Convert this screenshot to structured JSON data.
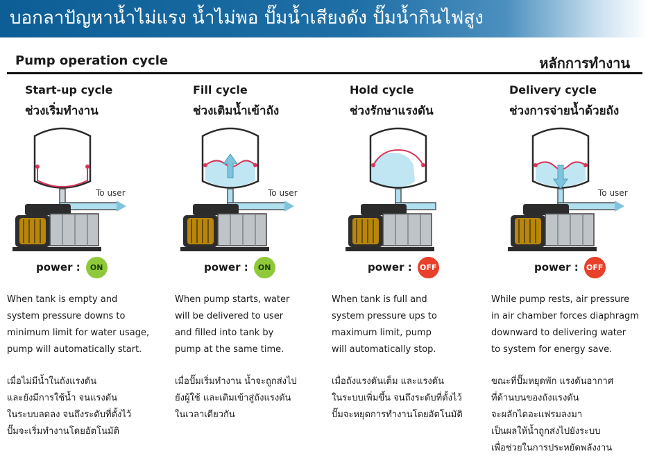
{
  "banner": {
    "text": "บอกลาปัญหาน้ำไม่แรง น้ำไม่พอ ปั๊มน้ำเสียงดัง ปั๊มน้ำกินไฟสูง"
  },
  "header": {
    "title": "Pump operation cycle",
    "title_th": "หลักการทำงาน"
  },
  "cycles": [
    {
      "name": "Start-up cycle",
      "name_th": "ช่วงเริ่มทำงาน",
      "to_user": "To user",
      "power_label": "power :",
      "power_state": "ON",
      "desc_en": [
        "When tank is empty and",
        "system pressure downs to",
        "minimum limit for water usage,",
        "pump will automatically start."
      ],
      "desc_th": [
        "เมื่อไม่มีน้ำในถังแรงดัน",
        "และยังมีการใช้น้ำ จนแรงดัน",
        "ในระบบลดลง จนถึงระดับที่ตั้งไว้",
        "ปั๊มจะเริ่มทำงานโดยอัตโนมัติ"
      ]
    },
    {
      "name": "Fill cycle",
      "name_th": "ช่วงเติมน้ำเข้าถัง",
      "to_user": "To user",
      "power_label": "power :",
      "power_state": "ON",
      "desc_en": [
        "When pump starts, water",
        "will be delivered to user",
        "and filled into tank by",
        "pump at the same time."
      ],
      "desc_th": [
        "เมื่อปั๊มเริ่มทำงาน น้ำจะถูกส่งไป",
        "ยังผู้ใช้ และเติมเข้าสู่ถังแรงดัน",
        "ในเวลาเดียวกัน"
      ]
    },
    {
      "name": "Hold cycle",
      "name_th": "ช่วงรักษาแรงดัน",
      "to_user": "",
      "power_label": "power :",
      "power_state": "OFF",
      "desc_en": [
        "When tank is full and",
        "system pressure ups to",
        "maximum limit, pump",
        "will automatically stop."
      ],
      "desc_th": [
        "เมื่อถังแรงดันเต็ม และแรงดัน",
        "ในระบบเพิ่มขึ้น จนถึงระดับที่ตั้งไว้",
        "ปั๊มจะหยุดการทำงานโดยอัตโนมัติ"
      ]
    },
    {
      "name": "Delivery cycle",
      "name_th": "ช่วงการจ่ายน้ำด้วยถัง",
      "to_user": "To user",
      "power_label": "power :",
      "power_state": "OFF",
      "desc_en": [
        "While pump rests, air pressure",
        "in air chamber forces diaphragm",
        "downward to delivering water",
        "to system for energy save."
      ],
      "desc_th": [
        "ขณะที่ปั๊มหยุดพัก แรงดันอากาศ",
        "ที่ด้านบนของถังแรงดัน",
        "จะผลักไดอะแฟรมลงมา",
        "เป็นผลให้น้ำถูกส่งไปยังระบบ",
        "เพื่อช่วยในการประหยัดพลังงาน"
      ]
    }
  ],
  "colors": {
    "banner": "#1f6fa6",
    "water": "#bfe6f2",
    "diaphragm": "#d8365a",
    "pipe": "#aee0f0",
    "arrow": "#7fc4dd",
    "on": "#8fc93a",
    "off": "#e8402a"
  }
}
